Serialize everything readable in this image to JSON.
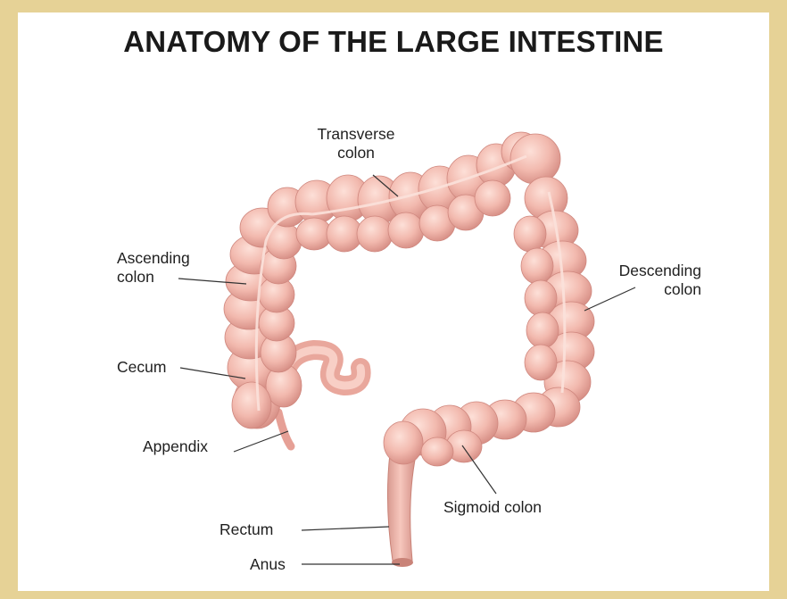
{
  "title": "ANATOMY OF THE LARGE INTESTINE",
  "labels": {
    "transverse": [
      "Transverse",
      "colon"
    ],
    "ascending": [
      "Ascending",
      "colon"
    ],
    "descending": [
      "Descending",
      "colon"
    ],
    "cecum": "Cecum",
    "appendix": "Appendix",
    "sigmoid": "Sigmoid colon",
    "rectum": "Rectum",
    "anus": "Anus"
  },
  "colors": {
    "tissue": "#f2b9ae",
    "tissue_shadow": "#d8938a",
    "tissue_light": "#fbd8d0",
    "frame": "#e6d296",
    "leader": "#333333"
  }
}
